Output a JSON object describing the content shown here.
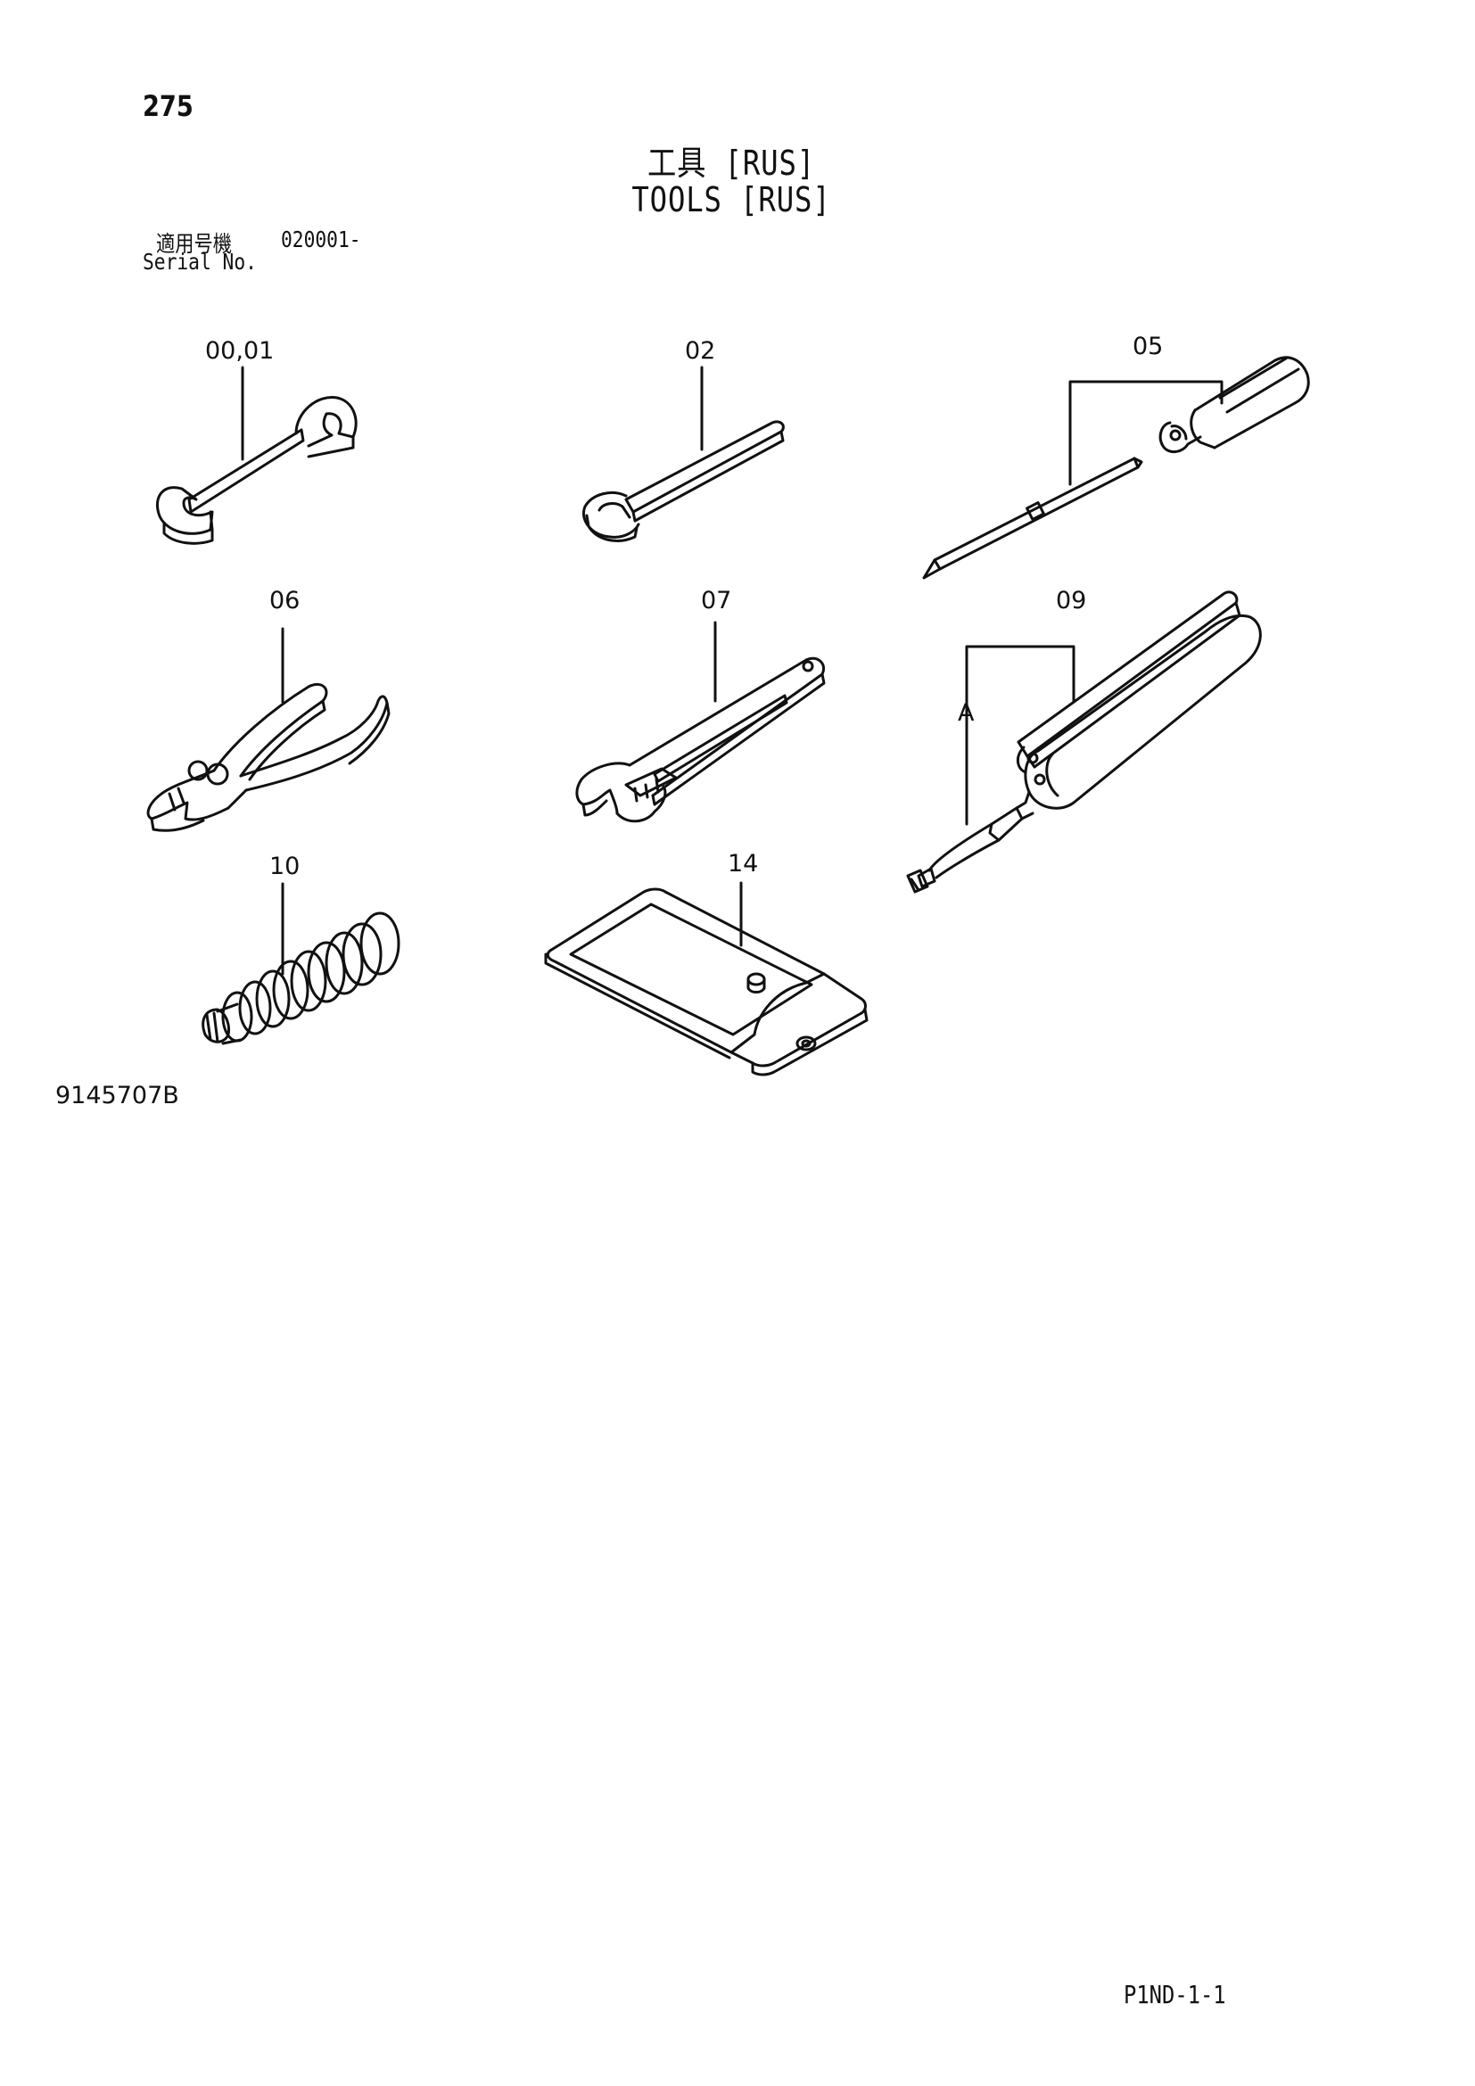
{
  "page_number": "275",
  "title_jp": "工具 [RUS]",
  "title_en": "TOOLS [RUS]",
  "serial": {
    "label_jp": "適用号機",
    "range": "020001-",
    "label_en": "Serial No."
  },
  "callouts": {
    "wrench_small": "00,01",
    "wrench_long": "02",
    "screwdriver": "05",
    "pliers": "06",
    "adjustable_wrench": "07",
    "grease_gun": "09",
    "grease_hose": "A",
    "grease_fitting_cover": "10",
    "tool_bag": "14"
  },
  "drawing_number": "9145707B",
  "page_code": "P1ND-1-1"
}
